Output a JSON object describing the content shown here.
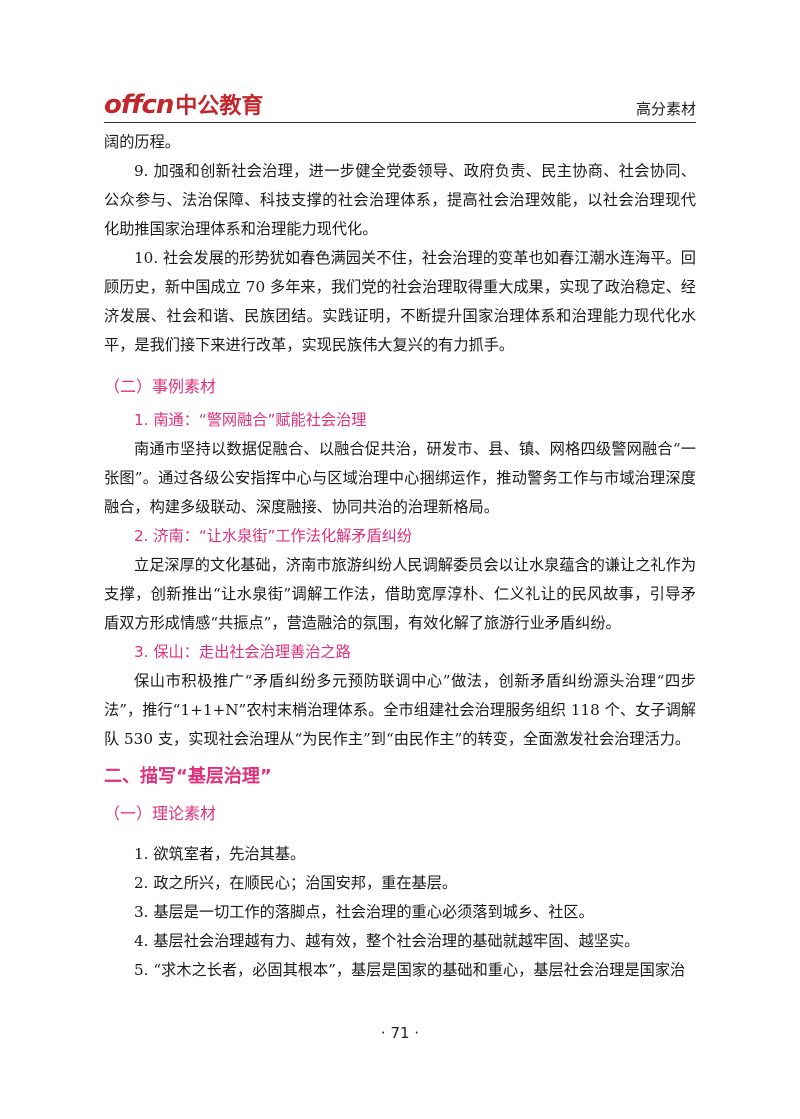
{
  "header": {
    "logo_en": "offcn",
    "logo_cn": "中公教育",
    "tag": "高分素材"
  },
  "content": {
    "p_cont": "阔的历程。",
    "p9": "9. 加强和创新社会治理，进一步健全党委领导、政府负责、民主协商、社会协同、公众参与、法治保障、科技支撑的社会治理体系，提高社会治理效能，以社会治理现代化助推国家治理体系和治理能力现代化。",
    "p10": "10. 社会发展的形势犹如春色满园关不住，社会治理的变革也如春江潮水连海平。回顾历史，新中国成立 70 多年来，我们党的社会治理取得重大成果，实现了政治稳定、经济发展、社会和谐、民族团结。实践证明，不断提升国家治理体系和治理能力现代化水平，是我们接下来进行改革，实现民族伟大复兴的有力抓手。",
    "sec_cases": "（二）事例素材",
    "case1_title": "1. 南通：“警网融合”赋能社会治理",
    "case1_body": "南通市坚持以数据促融合、以融合促共治，研发市、县、镇、网格四级警网融合“一张图”。通过各级公安指挥中心与区域治理中心捆绑运作，推动警务工作与市域治理深度融合，构建多级联动、深度融接、协同共治的治理新格局。",
    "case2_title": "2. 济南：“让水泉街”工作法化解矛盾纠纷",
    "case2_body": "立足深厚的文化基础，济南市旅游纠纷人民调解委员会以让水泉蕴含的谦让之礼作为支撑，创新推出“让水泉街”调解工作法，借助宽厚淳朴、仁义礼让的民风故事，引导矛盾双方形成情感“共振点”，营造融洽的氛围，有效化解了旅游行业矛盾纠纷。",
    "case3_title": "3. 保山：走出社会治理善治之路",
    "case3_body": "保山市积极推广“矛盾纠纷多元预防联调中心”做法，创新矛盾纠纷源头治理“四步法”，推行“1+1+N”农村末梢治理体系。全市组建社会治理服务组织 118 个、女子调解队 530 支，实现社会治理从“为民作主”到“由民作主”的转变，全面激发社会治理活力。",
    "sec_main": "二、描写“基层治理”",
    "sec_theory": "（一）理论素材",
    "list": [
      "1. 欲筑室者，先治其基。",
      "2. 政之所兴，在顺民心；治国安邦，重在基层。",
      "3. 基层是一切工作的落脚点，社会治理的重心必须落到城乡、社区。",
      "4. 基层社会治理越有力、越有效，整个社会治理的基础就越牢固、越坚实。",
      "5. “求木之长者，必固其根本”，基层是国家的基础和重心，基层社会治理是国家治"
    ]
  },
  "footer": {
    "page": "· 71 ·"
  },
  "colors": {
    "brand_red": "#c1272d",
    "heading_pink": "#e0307c"
  }
}
